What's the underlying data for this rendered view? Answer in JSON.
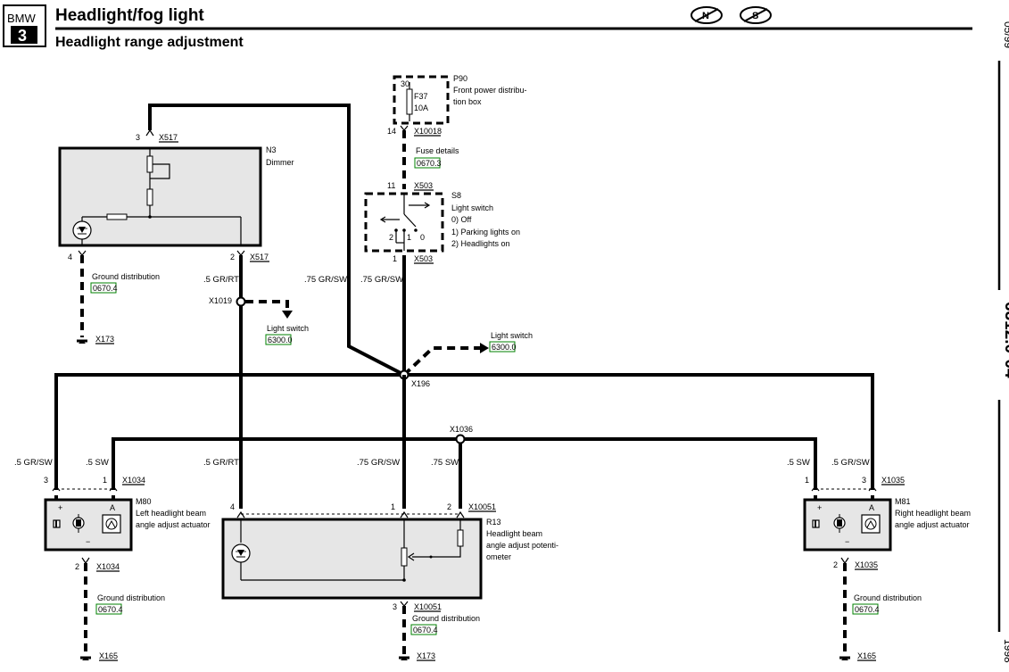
{
  "header": {
    "make_badge": "BMW",
    "series_badge": "3",
    "title": "Headlight/fog light",
    "subtitle": "Headlight range adjustment",
    "circle_n": "N",
    "circle_s": "S"
  },
  "side": {
    "date": "05/99",
    "page_code": "6312.0-04",
    "year": "1998"
  },
  "components": {
    "p90": {
      "id": "P90",
      "desc1": "Front power distribu-",
      "desc2": "tion box",
      "pin": "30",
      "fuse": "F37",
      "rating": "10A",
      "conn_pin": "14",
      "conn": "X10018"
    },
    "fuse_details": {
      "label": "Fuse details",
      "ref": "0670.3"
    },
    "s8": {
      "id": "S8",
      "name": "Light switch",
      "pos0": "0)   Off",
      "pos1": "1)   Parking lights on",
      "pos2": "2)   Headlights on",
      "top_pin": "11",
      "top_conn": "X503",
      "bot_pin": "1",
      "bot_conn": "X503",
      "n2": "2",
      "n1": "1",
      "n0": "0"
    },
    "n3": {
      "id": "N3",
      "name": "Dimmer",
      "top_pin": "3",
      "top_conn": "X517",
      "pin_left": "4",
      "pin_right": "2",
      "conn_right": "X517"
    },
    "n3_ground": {
      "label": "Ground distribution",
      "ref": "0670.4",
      "ground": "X173"
    },
    "x1019": {
      "id": "X1019",
      "label": "Light switch",
      "ref": "6300.0"
    },
    "x196": {
      "id": "X196",
      "label": "Light switch",
      "ref": "6300.0"
    },
    "x1036": {
      "id": "X1036"
    },
    "m80": {
      "id": "M80",
      "desc1": "Left headlight beam",
      "desc2": "angle adjust actuator",
      "pin3": "3",
      "pin1": "1",
      "conn": "X1034",
      "pin2": "2",
      "conn2": "X1034",
      "plus": "+",
      "minus": "−",
      "a": "A"
    },
    "m80_ground": {
      "label": "Ground distribution",
      "ref": "0670.4",
      "ground": "X165"
    },
    "m81": {
      "id": "M81",
      "desc1": "Right headlight beam",
      "desc2": "angle adjust actuator",
      "pin1": "1",
      "pin3": "3",
      "conn": "X1035",
      "pin2": "2",
      "conn2": "X1035",
      "plus": "+",
      "minus": "−",
      "a": "A"
    },
    "m81_ground": {
      "label": "Ground distribution",
      "ref": "0670.4",
      "ground": "X165"
    },
    "r13": {
      "id": "R13",
      "desc1": "Headlight beam",
      "desc2": "angle adjust potenti-",
      "desc3": "ometer",
      "pin4": "4",
      "pin1": "1",
      "pin2": "2",
      "conn": "X10051",
      "pin3": "3",
      "conn_bottom": "X10051"
    },
    "r13_ground": {
      "label": "Ground distribution",
      "ref": "0670.4",
      "ground": "X173"
    }
  },
  "wires": {
    "w_grrt_top": ".5 GR/RT",
    "w_grsw_mid_left": ".75 GR/SW",
    "w_grsw_mid": ".75 GR/SW",
    "w_grsw_left": ".5 GR/SW",
    "w_sw_left": ".5 SW",
    "w_grrt_bottom": ".5 GR/RT",
    "w_grsw_bottom": ".75 GR/SW",
    "w_sw_bottom": ".75 SW",
    "w_sw_right": ".5 SW",
    "w_grsw_right": ".5 GR/SW"
  },
  "colors": {
    "ink": "#000000",
    "component_fill": "#e6e6e6",
    "reference_box": "#008000"
  }
}
